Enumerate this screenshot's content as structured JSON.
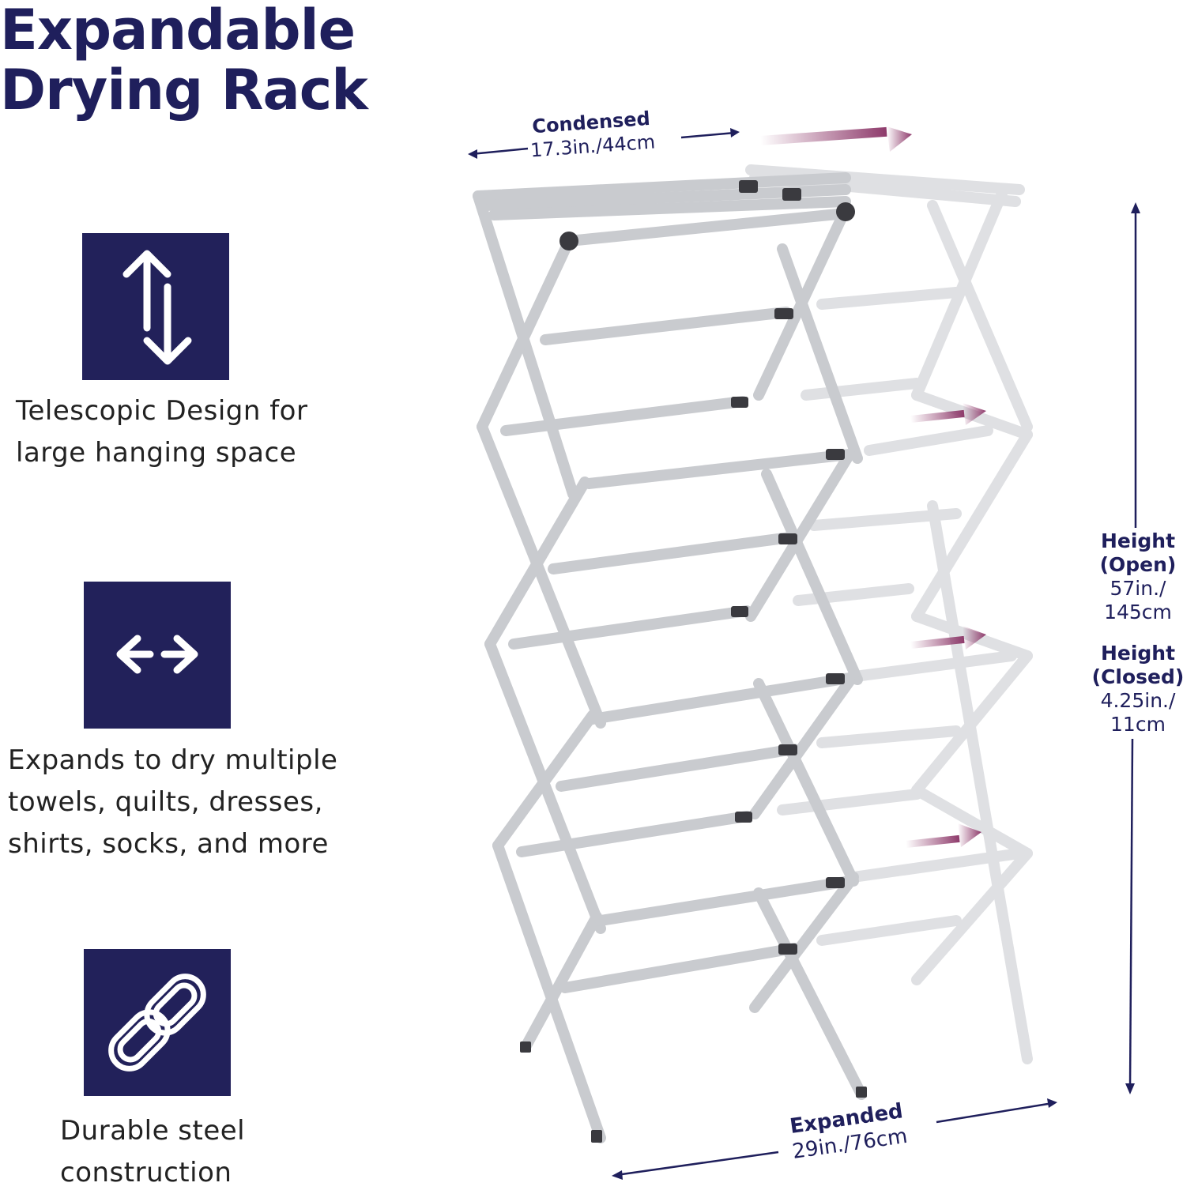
{
  "title": {
    "line1": "Expandable",
    "line2": "Drying Rack"
  },
  "features": [
    {
      "icon": "vertical-arrows-icon",
      "lines": [
        "Telescopic Design for",
        "large hanging space"
      ]
    },
    {
      "icon": "horizontal-arrows-icon",
      "lines": [
        "Expands to dry multiple",
        "towels, quilts, dresses,",
        "shirts, socks, and more"
      ]
    },
    {
      "icon": "chain-link-icon",
      "lines": [
        "Durable steel",
        "construction"
      ]
    }
  ],
  "dimensions": {
    "condensed": {
      "label": "Condensed",
      "value": "17.3in./44cm"
    },
    "expanded": {
      "label": "Expanded",
      "value": "29in./76cm"
    },
    "height_open": {
      "label_line1": "Height",
      "label_line2": "(Open)",
      "value_line1": "57in./",
      "value_line2": "145cm"
    },
    "height_closed": {
      "label_line1": "Height",
      "label_line2": "(Closed)",
      "value_line1": "4.25in./",
      "value_line2": "11cm"
    }
  },
  "colors": {
    "navy": "#22215a",
    "arrow_accent": "#8e3a6b",
    "rack_silver": "#c9cbcf"
  }
}
